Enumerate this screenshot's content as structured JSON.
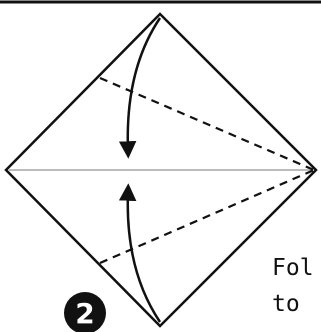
{
  "diagram": {
    "step_number": "2",
    "caption_lines": [
      "Fol",
      "to"
    ]
  },
  "colors": {
    "ink": "#111111",
    "crease": "#bcbcbc",
    "background": "#ffffff"
  },
  "icons": {
    "step_badge": "filled-circle-with-number",
    "fold_arrows": "curved-arrow"
  }
}
